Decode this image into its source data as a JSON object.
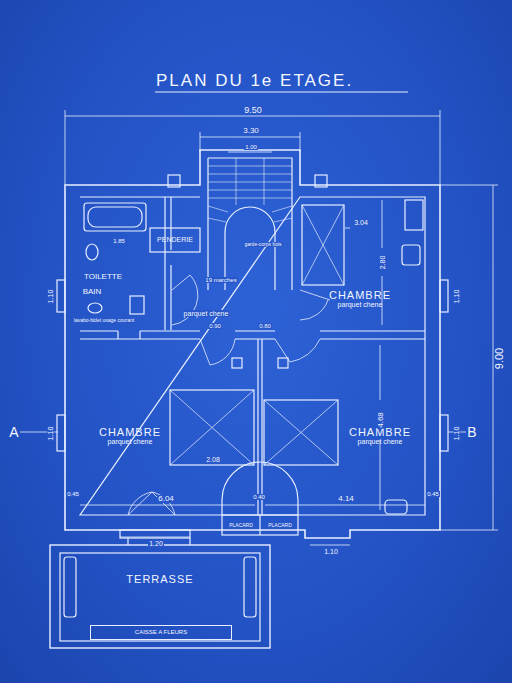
{
  "diagram": {
    "title": "PLAN DU 1e ETAGE.",
    "nodes": [
      {
        "text": [
          "TOILETTE"
        ]
      },
      {
        "text": [
          "BAIN"
        ]
      },
      {
        "text": [
          "PENDERIE"
        ]
      },
      {
        "text": [
          "CHAMBRE",
          "parquet chene"
        ]
      },
      {
        "text": [
          "CHAMBRE",
          "parquet chene"
        ]
      },
      {
        "text": [
          "CHAMBRE",
          "parquet chene"
        ]
      },
      {
        "text": [
          "TERRASSE"
        ]
      },
      {
        "text": [
          "CAISSE A FLEURS"
        ],
        "in": 6
      }
    ],
    "labels": [
      "9.50",
      "3.30",
      "1.00",
      "9.00",
      "A",
      "B",
      "1.10",
      "1.10",
      "1.10",
      "1.10",
      "6.04",
      "4.14",
      "1.20",
      "1.10",
      "2.08",
      "4.68",
      "2.80",
      "3.04",
      "1.85",
      "19 marches",
      "garde-corps bois",
      "parquet chene",
      "PLACARD",
      "PLACARD",
      "0.90",
      "0.80",
      "0.40",
      "0.45",
      "0.45",
      "lavabo-bidet usage courant"
    ]
  }
}
